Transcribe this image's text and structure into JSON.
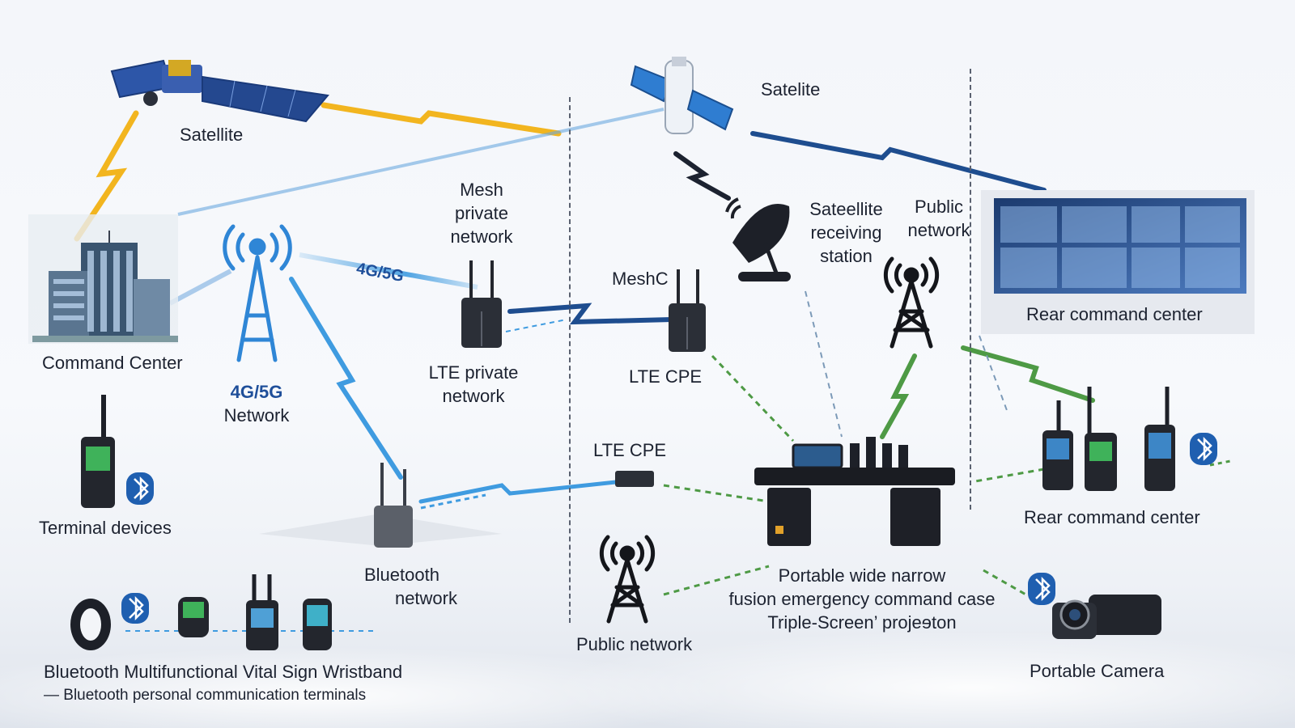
{
  "labels": {
    "satellite_left": "Satellite",
    "satellite_top": "Satelite",
    "mesh_private_network": [
      "Mesh",
      "private",
      "network"
    ],
    "mesh_c": "MeshC",
    "satellite_receiving_station": [
      "Sateellite",
      "receiving",
      "station"
    ],
    "public_network_top": [
      "Public",
      "network"
    ],
    "rear_command_center_top": "Rear command center",
    "command_center": "Command Center",
    "network_4g5g_badge": "4G/5G",
    "network_4g5g_title": [
      "4G/5G",
      "Network"
    ],
    "lte_private_network": [
      "LTE private",
      "network"
    ],
    "lte_cpe_upper": "LTE CPE",
    "lte_cpe_lower": "LTE CPE",
    "terminal_devices": "Terminal devices",
    "rear_command_center_bottom": "Rear command center",
    "bluetooth_network": [
      "Bluetooth",
      "network"
    ],
    "portable_case": [
      "Portable wide narrow",
      "fusion emergency command case",
      "Triple-Screen’ projeɘton"
    ],
    "public_network_bottom": "Public network",
    "portable_camera": "Portable Camera",
    "wristband": "Bluetooth Multifunctional Vital Sign Wristband",
    "personal_terminals": "—  Bluetooth personal communication terminals"
  },
  "colors": {
    "satellite_link": "#f2b51f",
    "wireless_blue": "#3f9be0",
    "mesh_link": "#1e4d8f",
    "public_link": "#4e9a45",
    "dark_device": "#24272e",
    "bluetooth": "#1f5fb0"
  },
  "icons": [
    "satellite-icon",
    "building-icon",
    "cell-tower-icon",
    "router-icon",
    "radio-icon",
    "bluetooth-icon",
    "satellite-dish-icon",
    "monitor-wall-icon",
    "command-case-icon",
    "camera-icon",
    "wristband-icon"
  ]
}
